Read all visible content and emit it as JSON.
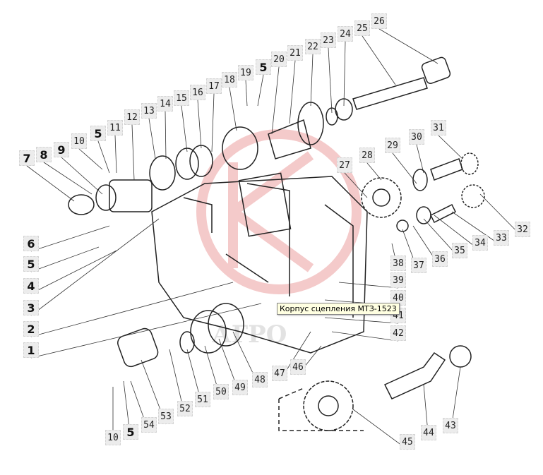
{
  "diagram": {
    "labels": [
      "26",
      "25",
      "24",
      "23",
      "22",
      "21",
      "20",
      "5",
      "19",
      "18",
      "17",
      "16",
      "15",
      "14",
      "13",
      "12",
      "11",
      "5",
      "10",
      "9",
      "8",
      "7",
      "6",
      "5",
      "4",
      "3",
      "2",
      "1",
      "31",
      "30",
      "29",
      "28",
      "27",
      "32",
      "33",
      "34",
      "35",
      "36",
      "37",
      "38",
      "39",
      "40",
      "41",
      "42",
      "43",
      "44",
      "45",
      "46",
      "47",
      "48",
      "49",
      "50",
      "51",
      "52",
      "53",
      "54",
      "5",
      "10"
    ],
    "watermark": "АГРО",
    "colors": {
      "label_bg": "#ececec",
      "watermark": "#e8a0a0",
      "line": "#222222"
    }
  },
  "tooltip": {
    "text": "Корпус сцепления МТЗ-1523"
  }
}
